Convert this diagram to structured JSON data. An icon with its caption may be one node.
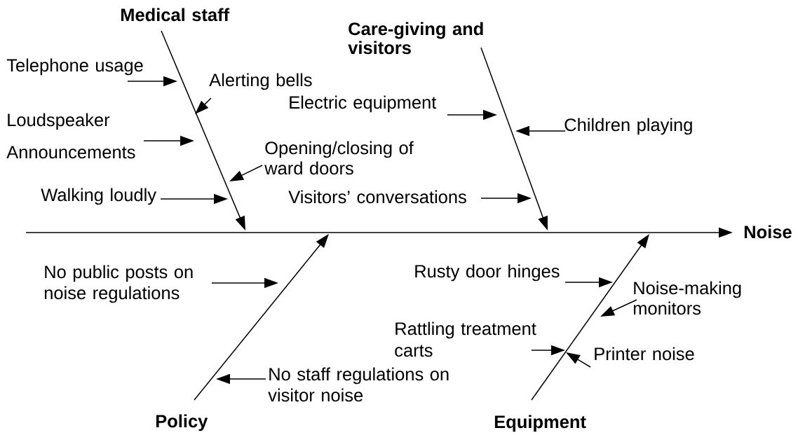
{
  "diagram": {
    "nodes": [
      {
        "text": [
          "Medical staff"
        ]
      },
      {
        "text": [
          "Care-giving and visitors"
        ]
      },
      {
        "text": [
          "Policy"
        ]
      },
      {
        "text": [
          "Equipment"
        ]
      },
      {
        "text": [
          "Noise"
        ]
      },
      {
        "text": [
          "Telephone usage"
        ]
      },
      {
        "text": [
          "Alerting bells"
        ]
      },
      {
        "text": [
          "Loudspeaker Announcements"
        ]
      },
      {
        "text": [
          "Electric equipment"
        ]
      },
      {
        "text": [
          "Children playing"
        ]
      },
      {
        "text": [
          "Opening/closing of ward doors"
        ]
      },
      {
        "text": [
          "Walking loudly"
        ]
      },
      {
        "text": [
          "Visitors’ conversations"
        ]
      },
      {
        "text": [
          "No public posts on noise regulations"
        ]
      },
      {
        "text": [
          "Rusty door hinges"
        ]
      },
      {
        "text": [
          "Noise-making monitors"
        ]
      },
      {
        "text": [
          "Rattling treatment carts"
        ]
      },
      {
        "text": [
          "Printer noise"
        ]
      },
      {
        "text": [
          "No staff regulations on visitor noise"
        ]
      }
    ],
    "edges": [
      {
        "from": null,
        "to": 4,
        "arrow": "to"
      },
      {
        "from": 0,
        "to": null,
        "arrow": "to"
      },
      {
        "from": 1,
        "to": null,
        "arrow": "to"
      },
      {
        "from": 2,
        "to": null,
        "arrow": "to"
      },
      {
        "from": 3,
        "to": null,
        "arrow": "to"
      },
      {
        "from": 5,
        "to": null,
        "arrow": "to"
      },
      {
        "from": 6,
        "to": null,
        "arrow": "to"
      },
      {
        "from": 7,
        "to": null,
        "arrow": "to"
      },
      {
        "from": 8,
        "to": null,
        "arrow": "to"
      },
      {
        "from": 9,
        "to": null,
        "arrow": "to"
      },
      {
        "from": 10,
        "to": null,
        "arrow": "to"
      },
      {
        "from": 11,
        "to": null,
        "arrow": "to"
      },
      {
        "from": 12,
        "to": null,
        "arrow": "to"
      },
      {
        "from": 13,
        "to": null,
        "arrow": "to"
      },
      {
        "from": 14,
        "to": null,
        "arrow": "to"
      },
      {
        "from": 15,
        "to": null,
        "arrow": "to"
      },
      {
        "from": 16,
        "to": null,
        "arrow": "to"
      },
      {
        "from": 17,
        "to": null,
        "arrow": "to"
      },
      {
        "from": 18,
        "to": null,
        "arrow": "to"
      }
    ]
  }
}
